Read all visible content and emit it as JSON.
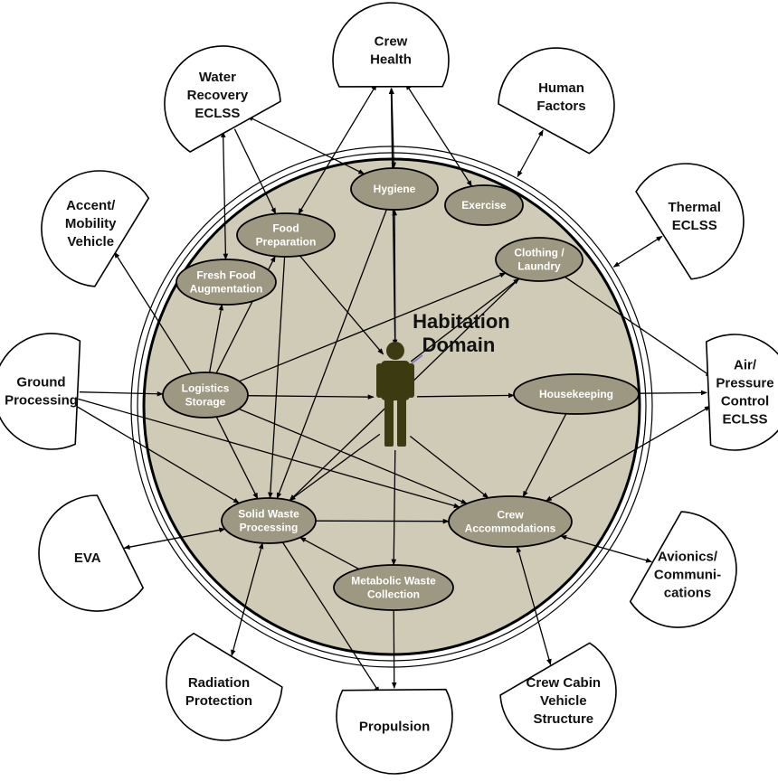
{
  "title": [
    "Habitation",
    "Domain"
  ],
  "colors": {
    "domain_fill": "#cfcbb7",
    "node_fill": "#9c9881",
    "node_text": "#ffffff",
    "crew_figure": "#3c3a10"
  },
  "external_systems": [
    {
      "id": "crew_health",
      "lines": [
        "Crew",
        "Health"
      ]
    },
    {
      "id": "human_factors",
      "lines": [
        "Human",
        "Factors"
      ]
    },
    {
      "id": "thermal",
      "lines": [
        "Thermal",
        "ECLSS"
      ]
    },
    {
      "id": "air",
      "lines": [
        "Air/",
        "Pressure",
        "Control",
        "ECLSS"
      ]
    },
    {
      "id": "avionics",
      "lines": [
        "Avionics/",
        "Communi-",
        "cations"
      ]
    },
    {
      "id": "crew_cabin",
      "lines": [
        "Crew Cabin",
        "Vehicle",
        "Structure"
      ]
    },
    {
      "id": "propulsion",
      "lines": [
        "Propulsion"
      ]
    },
    {
      "id": "radiation",
      "lines": [
        "Radiation",
        "Protection"
      ]
    },
    {
      "id": "eva",
      "lines": [
        "EVA"
      ]
    },
    {
      "id": "ground",
      "lines": [
        "Ground",
        "Processing"
      ]
    },
    {
      "id": "accent",
      "lines": [
        "Accent/",
        "Mobility",
        "Vehicle"
      ]
    },
    {
      "id": "water",
      "lines": [
        "Water",
        "Recovery",
        "ECLSS"
      ]
    }
  ],
  "internal_functions": [
    {
      "id": "hygiene",
      "lines": [
        "Hygiene"
      ]
    },
    {
      "id": "exercise",
      "lines": [
        "Exercise"
      ]
    },
    {
      "id": "food_prep",
      "lines": [
        "Food",
        "Preparation"
      ]
    },
    {
      "id": "fresh_food",
      "lines": [
        "Fresh Food",
        "Augmentation"
      ]
    },
    {
      "id": "clothing",
      "lines": [
        "Clothing /",
        "Laundry"
      ]
    },
    {
      "id": "logistics",
      "lines": [
        "Logistics",
        "Storage"
      ]
    },
    {
      "id": "housekeeping",
      "lines": [
        "Housekeeping"
      ]
    },
    {
      "id": "solid_waste",
      "lines": [
        "Solid Waste",
        "Processing"
      ]
    },
    {
      "id": "crew_accom",
      "lines": [
        "Crew",
        "Accommodations"
      ]
    },
    {
      "id": "metabolic",
      "lines": [
        "Metabolic Waste",
        "Collection"
      ]
    }
  ],
  "crew_icon": "crew-member-icon",
  "connections": [
    {
      "from": "crew",
      "to": "hygiene",
      "type": "one-way"
    },
    {
      "from": "crew",
      "to": "clothing",
      "type": "one-way"
    },
    {
      "from": "crew",
      "to": "housekeeping",
      "type": "one-way"
    },
    {
      "from": "crew",
      "to": "crew_accom",
      "type": "one-way"
    },
    {
      "from": "crew",
      "to": "metabolic",
      "type": "one-way"
    },
    {
      "from": "crew",
      "to": "solid_waste",
      "type": "one-way"
    },
    {
      "from": "logistics",
      "to": "crew",
      "type": "one-way"
    },
    {
      "from": "crew_health",
      "to": "hygiene",
      "type": "two-way"
    },
    {
      "from": "crew_health",
      "to": "exercise",
      "type": "two-way"
    },
    {
      "from": "crew_health",
      "to": "crew",
      "type": "two-way"
    },
    {
      "from": "crew_health",
      "to": "food_prep",
      "type": "two-way"
    },
    {
      "from": "human_factors",
      "to": "habitation_boundary",
      "type": "two-way"
    },
    {
      "from": "thermal",
      "to": "habitation_boundary",
      "type": "two-way"
    },
    {
      "from": "water",
      "to": "hygiene",
      "type": "two-way"
    },
    {
      "from": "water",
      "to": "food_prep",
      "type": "one-way"
    },
    {
      "from": "water",
      "to": "fresh_food",
      "type": "two-way"
    },
    {
      "from": "ground",
      "to": "logistics",
      "type": "one-way"
    },
    {
      "from": "ground",
      "to": "crew_accom",
      "type": "one-way"
    },
    {
      "from": "ground",
      "to": "solid_waste",
      "type": "one-way"
    },
    {
      "from": "logistics",
      "to": "accent",
      "type": "one-way"
    },
    {
      "from": "logistics",
      "to": "clothing",
      "type": "one-way"
    },
    {
      "from": "logistics",
      "to": "food_prep",
      "type": "one-way"
    },
    {
      "from": "logistics",
      "to": "fresh_food",
      "type": "one-way"
    },
    {
      "from": "logistics",
      "to": "solid_waste",
      "type": "one-way"
    },
    {
      "from": "logistics",
      "to": "crew_accom",
      "type": "one-way"
    },
    {
      "from": "food_prep",
      "to": "crew",
      "type": "one-way"
    },
    {
      "from": "food_prep",
      "to": "solid_waste",
      "type": "one-way"
    },
    {
      "from": "hygiene",
      "to": "solid_waste",
      "type": "one-way"
    },
    {
      "from": "clothing",
      "to": "air",
      "type": "one-way"
    },
    {
      "from": "clothing",
      "to": "solid_waste",
      "type": "one-way"
    },
    {
      "from": "housekeeping",
      "to": "air",
      "type": "one-way"
    },
    {
      "from": "housekeeping",
      "to": "crew_accom",
      "type": "one-way"
    },
    {
      "from": "air",
      "to": "crew_accom",
      "type": "two-way"
    },
    {
      "from": "solid_waste",
      "to": "crew_accom",
      "type": "one-way"
    },
    {
      "from": "solid_waste",
      "to": "eva",
      "type": "two-way"
    },
    {
      "from": "solid_waste",
      "to": "radiation",
      "type": "two-way"
    },
    {
      "from": "solid_waste",
      "to": "propulsion",
      "type": "one-way"
    },
    {
      "from": "metabolic",
      "to": "solid_waste",
      "type": "one-way"
    },
    {
      "from": "metabolic",
      "to": "propulsion",
      "type": "one-way"
    },
    {
      "from": "crew_accom",
      "to": "avionics",
      "type": "two-way"
    },
    {
      "from": "crew_accom",
      "to": "crew_cabin",
      "type": "two-way"
    }
  ]
}
